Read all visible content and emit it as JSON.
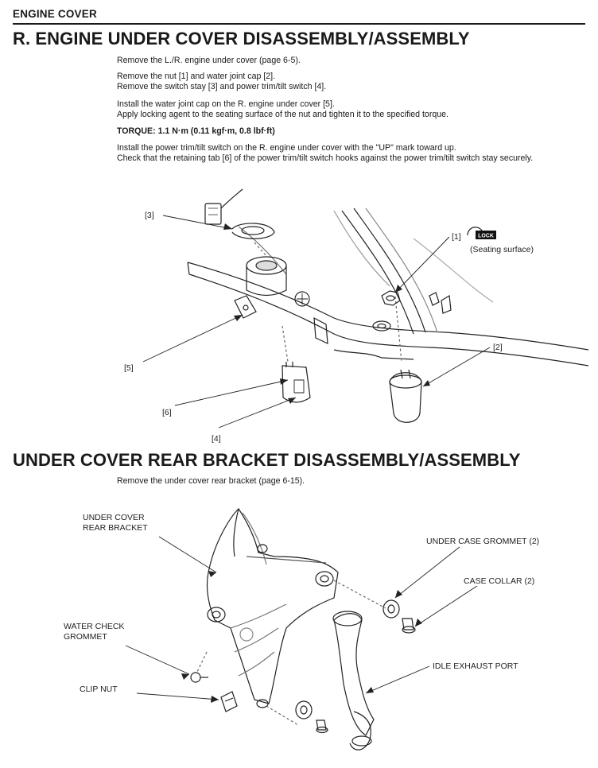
{
  "page": {
    "section_header": "ENGINE COVER"
  },
  "section1": {
    "title": "R. ENGINE UNDER COVER DISASSEMBLY/ASSEMBLY",
    "p1": "Remove the L./R. engine under cover (page 6-5).",
    "p2a": "Remove the nut [1] and water joint cap [2].",
    "p2b": "Remove the switch stay [3] and power trim/tilt switch [4].",
    "p3a": "Install the water joint cap on the R. engine under cover [5].",
    "p3b": "Apply locking agent to the seating surface of the nut and tighten it to the specified torque.",
    "torque": "TORQUE: 1.1 N·m (0.11 kgf·m, 0.8 lbf·ft)",
    "p4a": "Install the power trim/tilt switch on the R. engine under cover with the \"UP\" mark toward up.",
    "p4b": "Check that the retaining tab [6] of the power trim/tilt switch hooks against the power trim/tilt switch stay securely."
  },
  "diagram1": {
    "labels": {
      "c1": "[1]",
      "c2": "[2]",
      "c3": "[3]",
      "c4": "[4]",
      "c5": "[5]",
      "c6": "[6]"
    },
    "lock_badge": "LOCK",
    "seating_note": "(Seating surface)"
  },
  "section2": {
    "title": "UNDER COVER REAR BRACKET DISASSEMBLY/ASSEMBLY",
    "p1": "Remove the under cover rear bracket (page 6-15)."
  },
  "diagram2": {
    "labels": {
      "bracket_line1": "UNDER COVER",
      "bracket_line2": "REAR BRACKET",
      "grommet": "UNDER CASE GROMMET (2)",
      "collar": "CASE COLLAR (2)",
      "water_line1": "WATER CHECK",
      "water_line2": "GROMMET",
      "exhaust": "IDLE EXHAUST PORT",
      "clipnut": "CLIP NUT"
    }
  }
}
